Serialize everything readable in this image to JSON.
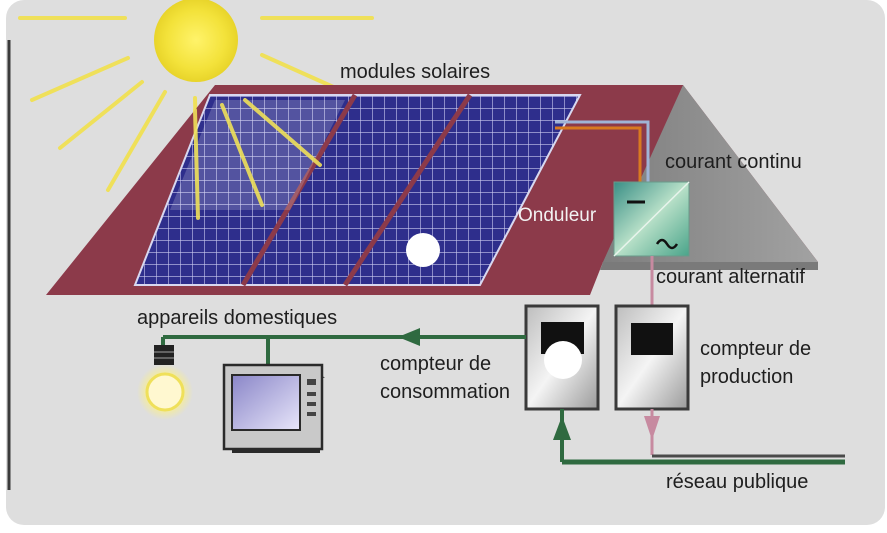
{
  "labels": {
    "solar_modules": "modules solaires",
    "direct_current": "courant continu",
    "inverter": "Onduleur",
    "alternating_current": "courant alternatif",
    "appliances": "appareils domestiques",
    "consumption_meter_line1": "compteur de",
    "consumption_meter_line2": "consommation",
    "production_meter_line1": "compteur de",
    "production_meter_line2": "production",
    "public_grid": "réseau publique"
  },
  "colors": {
    "background": "#dedede",
    "roof": "#8c3a4a",
    "roof_dark": "#6a6a6a",
    "solar_panel": "#2e2e8c",
    "sun": "#f3e23a",
    "dc_wire": "#d97a20",
    "wire_green": "#2f6a40",
    "wire_pink": "#c78aa0"
  },
  "icons": {
    "sun": "sun-icon",
    "lamp": "light-bulb-icon",
    "tv": "television-icon",
    "dc_symbol": "dc-symbol",
    "ac_symbol": "ac-wave-symbol"
  }
}
